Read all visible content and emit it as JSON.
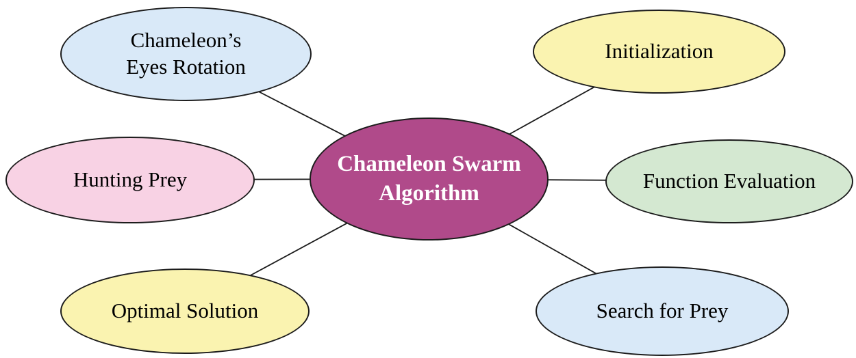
{
  "diagram": {
    "line_color": "#1c1c1c",
    "center": {
      "label": "Chameleon Swarm\nAlgorithm",
      "fill": "#b04a8a",
      "text_color": "#ffffff"
    },
    "nodes": [
      {
        "id": "chameleons-eyes-rotation",
        "label": "Chameleon’s\nEyes Rotation",
        "fill": "#d9e9f8"
      },
      {
        "id": "hunting-prey",
        "label": "Hunting Prey",
        "fill": "#f8d2e4"
      },
      {
        "id": "optimal-solution",
        "label": "Optimal Solution",
        "fill": "#faf3b0"
      },
      {
        "id": "initialization",
        "label": "Initialization",
        "fill": "#faf3b0"
      },
      {
        "id": "function-evaluation",
        "label": "Function Evaluation",
        "fill": "#d4e8d1"
      },
      {
        "id": "search-for-prey",
        "label": "Search for Prey",
        "fill": "#d9e9f8"
      }
    ]
  }
}
